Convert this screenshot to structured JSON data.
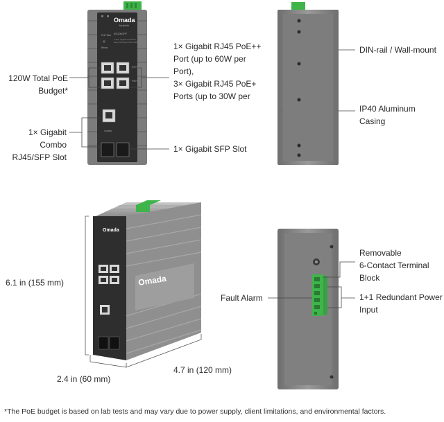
{
  "device": {
    "brand": "Omada",
    "tagline": "by tp-link",
    "model": "IES206GPP",
    "description_line1": "4-Port Gigabit Industrial",
    "description_line2": "Easy Managed PoE Switch"
  },
  "front_view": {
    "poe_budget": "120W Total PoE\nBudget*",
    "poe_ports": "1× Gigabit RJ45 PoE++\nPort (up to 60W per\nPort),\n3× Gigabit RJ45 PoE+\nPorts (up to 30W per",
    "combo_slot": "1× Gigabit Combo\nRJ45/SFP Slot",
    "sfp_slot": "1× Gigabit SFP Slot"
  },
  "side_view": {
    "mount": "DIN-rail / Wall-mount",
    "casing": "IP40 Aluminum\nCasing"
  },
  "dimensions": {
    "height": "6.1 in (155 mm)",
    "width": "2.4 in (60 mm)",
    "depth": "4.7 in (120 mm)"
  },
  "top_view": {
    "terminal_block": "Removable\n6-Contact Terminal\nBlock",
    "fault_alarm": "Fault Alarm",
    "redundant_power": "1+1 Redundant Power\nInput"
  },
  "footnote": "*The PoE budget is based on lab tests and may vary due to power supply, client limitations, and environmental factors.",
  "colors": {
    "body": "#8a8a8a",
    "panel": "#2e2e2e",
    "terminal": "#3fb44a",
    "line": "#444444"
  }
}
